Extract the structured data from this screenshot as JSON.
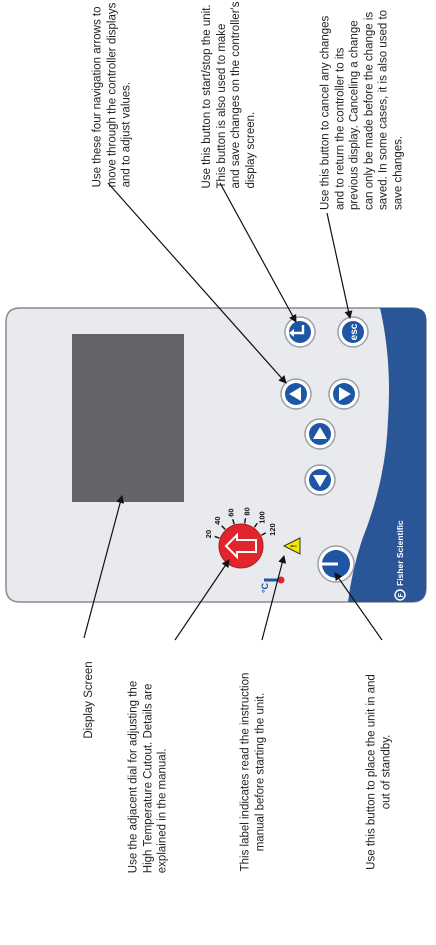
{
  "annotations": {
    "arrows": "Use these four navigation arrows to\nmove through the controller displays\nand to adjust values.",
    "enter": "Use this button to start/stop the unit.\nThis button is also used to make\nand save changes on the controller's\ndisplay screen.",
    "esc": "Use this button to cancel any changes\nand to return the controller to its\nprevious display. Canceling a change\ncan only be made before the change is\nsaved. In some cases, it is also used to\nsave changes.",
    "display": "Display Screen",
    "dial": "Use the adjacent dial for adjusting the\nHigh Temperature Cutout. Details are\nexplained in the manual.",
    "label": "This label indicates read the instruction\nmanual before starting the unit.",
    "standby": "Use this button to place the unit in and\nout of standby."
  },
  "panel": {
    "esc_label": "esc",
    "brand": "Fisher Scientific",
    "dial_ticks": [
      "20",
      "40",
      "60",
      "80",
      "100",
      "120"
    ],
    "thermo_unit": "°C"
  },
  "colors": {
    "panel": "#e8eaee",
    "band": "#2a5596",
    "button": "#1e55a5",
    "screen": "#636468",
    "dial": "#e0262c",
    "warning": "#f5e600"
  }
}
